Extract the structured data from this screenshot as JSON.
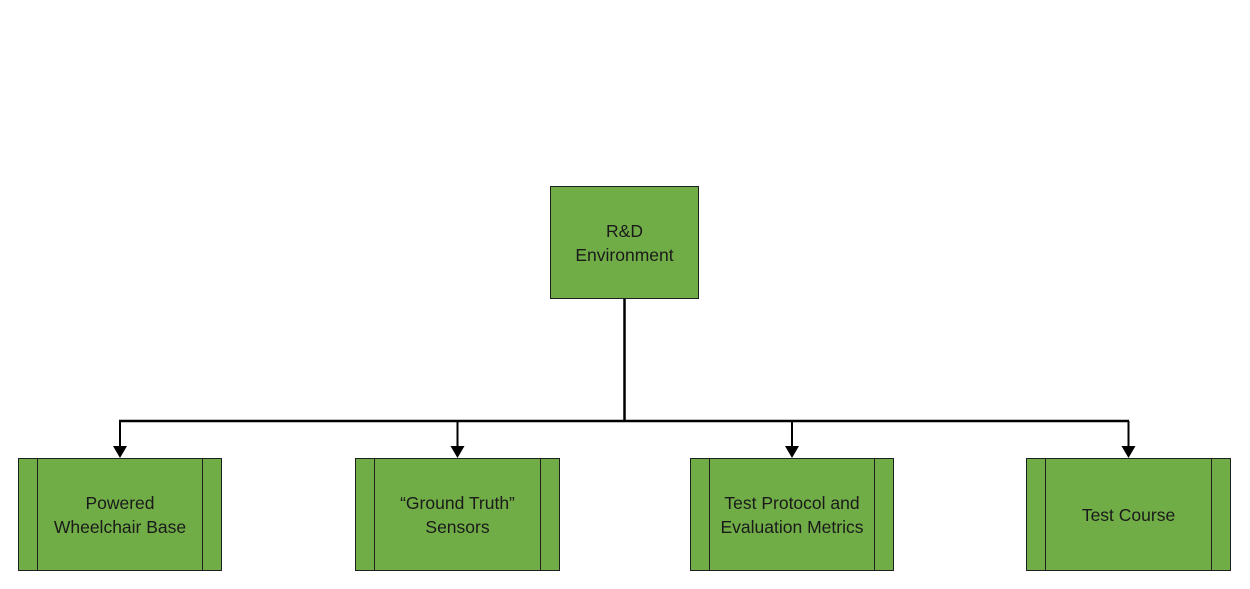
{
  "diagram": {
    "root": {
      "label": "R&D\nEnvironment"
    },
    "children": [
      {
        "label": "Powered\nWheelchair Base"
      },
      {
        "label": "“Ground Truth”\nSensors"
      },
      {
        "label": "Test Protocol and\nEvaluation Metrics"
      },
      {
        "label": "Test Course"
      }
    ]
  },
  "colors": {
    "node_fill": "#70ad47",
    "border": "#1f1f1f",
    "connector": "#000000",
    "text": "#1a1a1a"
  }
}
